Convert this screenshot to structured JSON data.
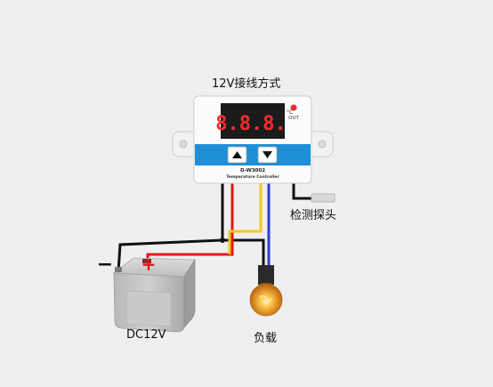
{
  "diagram": {
    "title": "12V接线方式",
    "controller": {
      "display": "8.8.8.",
      "unit": "°C",
      "out_label": "OUT",
      "model": "D-W3002",
      "subtitle": "Temperature Controller",
      "buttons": [
        "up-arrow",
        "down-arrow"
      ]
    },
    "sensor_label": "检测探头",
    "battery": {
      "label": "DC12V",
      "negative": "−",
      "positive": "+"
    },
    "load_label": "负载",
    "wire_colors": {
      "black": "#111111",
      "red": "#e01818",
      "yellow": "#f2c81e",
      "blue": "#2a3fd0"
    },
    "accent_color": "#1e8fd6"
  }
}
